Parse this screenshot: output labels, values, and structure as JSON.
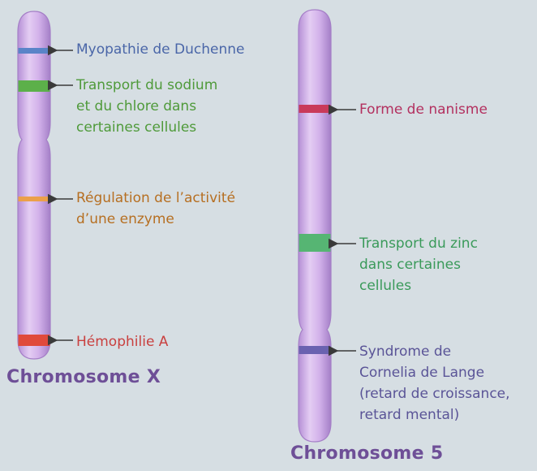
{
  "chromosome_x": {
    "title": "Chromosome X",
    "bands": [
      {
        "key": "duchenne",
        "lines": [
          "Myopathie de Duchenne"
        ],
        "color": "#5a84c8"
      },
      {
        "key": "sodium",
        "lines": [
          "Transport du sodium",
          "et du chlore dans",
          "certaines cellules"
        ],
        "color": "#5cb04a"
      },
      {
        "key": "enzyme",
        "lines": [
          "Régulation de l’activité",
          "d’une enzyme"
        ],
        "color": "#eba04a"
      },
      {
        "key": "hemophilie",
        "lines": [
          "Hémophilie A"
        ],
        "color": "#e04a3c"
      }
    ]
  },
  "chromosome_5": {
    "title": "Chromosome 5",
    "bands": [
      {
        "key": "nanisme",
        "lines": [
          "Forme de nanisme"
        ],
        "color": "#c93a5a"
      },
      {
        "key": "zinc",
        "lines": [
          "Transport du zinc",
          "dans certaines",
          "cellules"
        ],
        "color": "#56b573"
      },
      {
        "key": "cornelia",
        "lines": [
          "Syndrome de",
          "Cornelia de Lange",
          "(retard de croissance,",
          "retard mental)"
        ],
        "color": "#6a62b0"
      }
    ]
  },
  "colors": {
    "chromosome_fill": "#c9a2e2",
    "chromosome_edge": "#a57fc7",
    "title": "#6e4f97",
    "arrow": "#3a3a3a"
  }
}
